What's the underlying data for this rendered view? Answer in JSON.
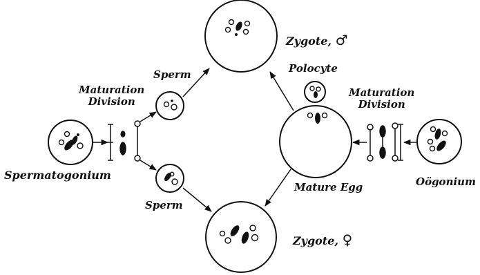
{
  "labels": {
    "zygote_male": "Zygote,",
    "zygote_female": "Zygote,",
    "male_symbol": "♂",
    "female_symbol": "♀",
    "polocyte": "Polocyte",
    "maturation_left_1": "Maturation",
    "maturation_left_2": "Division",
    "maturation_right_1": "Maturation",
    "maturation_right_2": "Division",
    "sperm_top": "Sperm",
    "sperm_bottom": "Sperm",
    "spermatogonium": "Spermatogonium",
    "mature_egg": "Mature Egg",
    "oogonium": "Oögonium"
  }
}
